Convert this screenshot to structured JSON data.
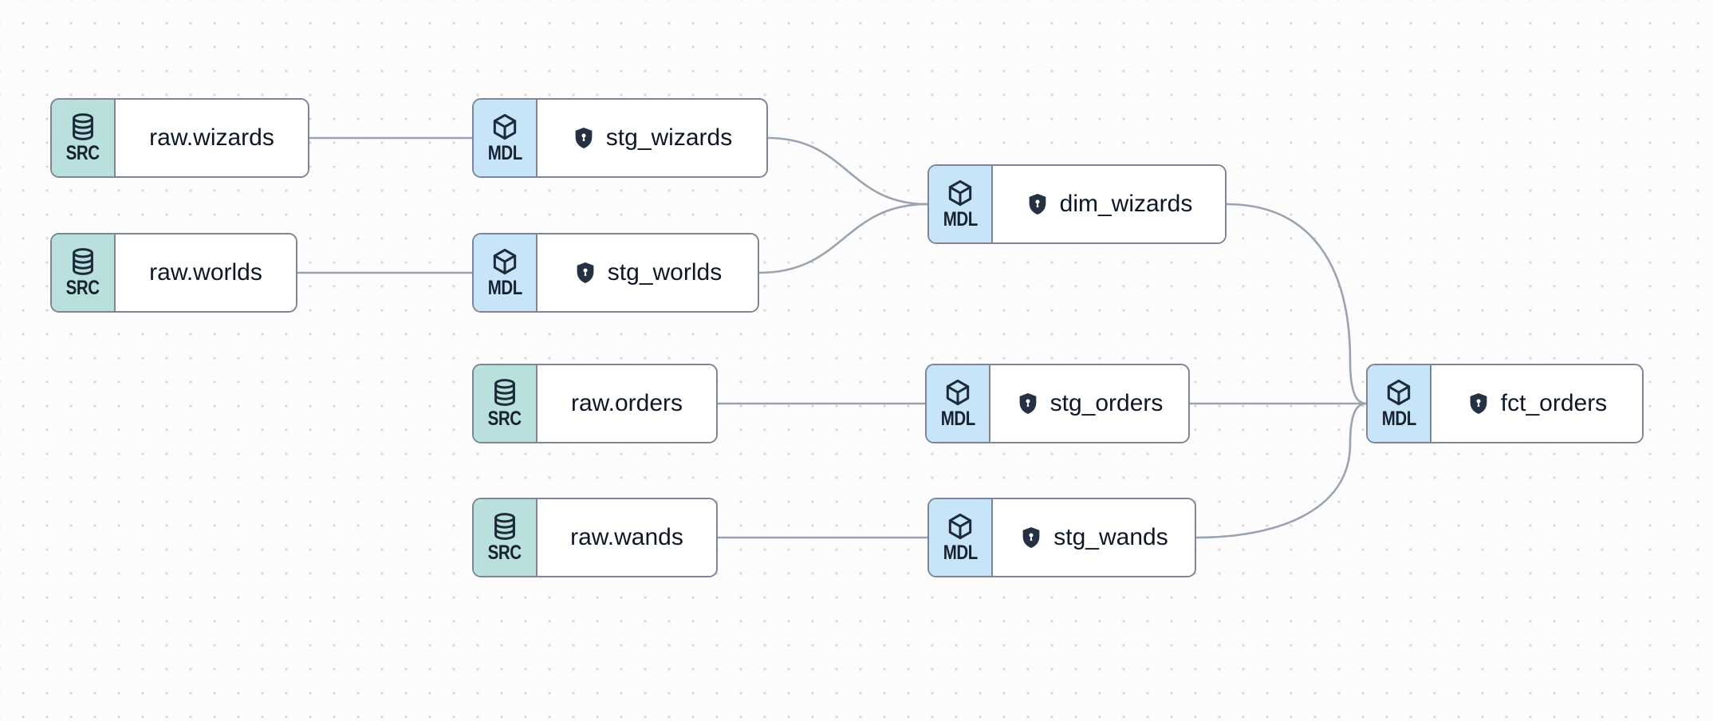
{
  "canvas": {
    "background": "#fcfcfd",
    "dot_color": "#d6d6da",
    "edge_color": "#9aa3b0",
    "node_border_color": "#7d8695",
    "src_badge_color": "#b9e0dd",
    "mdl_badge_color": "#c8e4f8",
    "badge_text_color": "#16222f",
    "label_text_color": "#0d1726",
    "shield_color": "#243143"
  },
  "nodes": [
    {
      "id": "raw.wizards",
      "label": "raw.wizards",
      "badge": "SRC",
      "type": "source",
      "icon": "database-icon",
      "shield": false
    },
    {
      "id": "stg_wizards",
      "label": "stg_wizards",
      "badge": "MDL",
      "type": "model",
      "icon": "cube-icon",
      "shield": true
    },
    {
      "id": "raw.worlds",
      "label": "raw.worlds",
      "badge": "SRC",
      "type": "source",
      "icon": "database-icon",
      "shield": false
    },
    {
      "id": "stg_worlds",
      "label": "stg_worlds",
      "badge": "MDL",
      "type": "model",
      "icon": "cube-icon",
      "shield": true
    },
    {
      "id": "dim_wizards",
      "label": "dim_wizards",
      "badge": "MDL",
      "type": "model",
      "icon": "cube-icon",
      "shield": true
    },
    {
      "id": "raw.orders",
      "label": "raw.orders",
      "badge": "SRC",
      "type": "source",
      "icon": "database-icon",
      "shield": false
    },
    {
      "id": "stg_orders",
      "label": "stg_orders",
      "badge": "MDL",
      "type": "model",
      "icon": "cube-icon",
      "shield": true
    },
    {
      "id": "raw.wands",
      "label": "raw.wands",
      "badge": "SRC",
      "type": "source",
      "icon": "database-icon",
      "shield": false
    },
    {
      "id": "stg_wands",
      "label": "stg_wands",
      "badge": "MDL",
      "type": "model",
      "icon": "cube-icon",
      "shield": true
    },
    {
      "id": "fct_orders",
      "label": "fct_orders",
      "badge": "MDL",
      "type": "model",
      "icon": "cube-icon",
      "shield": true
    }
  ],
  "edges": [
    {
      "from": "raw.wizards",
      "to": "stg_wizards"
    },
    {
      "from": "raw.worlds",
      "to": "stg_worlds"
    },
    {
      "from": "stg_wizards",
      "to": "dim_wizards"
    },
    {
      "from": "stg_worlds",
      "to": "dim_wizards"
    },
    {
      "from": "raw.orders",
      "to": "stg_orders"
    },
    {
      "from": "raw.wands",
      "to": "stg_wands"
    },
    {
      "from": "dim_wizards",
      "to": "fct_orders"
    },
    {
      "from": "stg_orders",
      "to": "fct_orders"
    },
    {
      "from": "stg_wands",
      "to": "fct_orders"
    }
  ]
}
